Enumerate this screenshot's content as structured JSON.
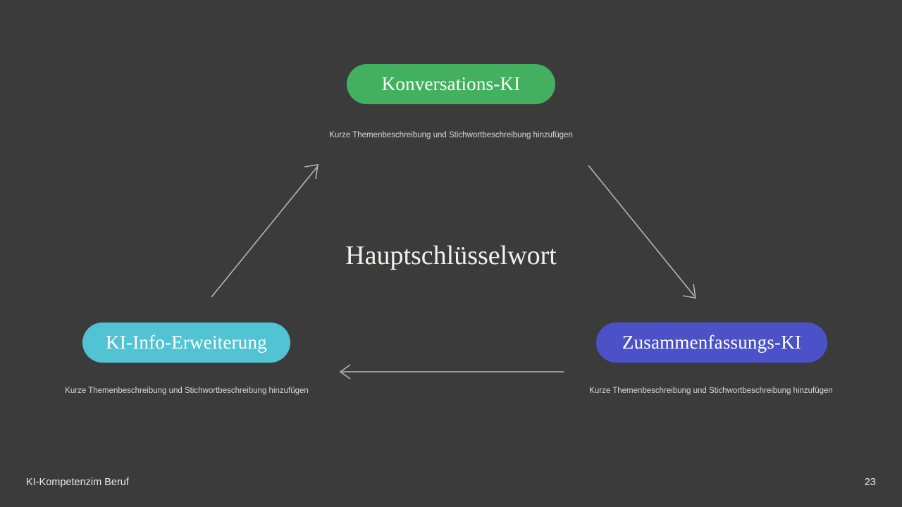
{
  "slide": {
    "background_color": "#3b3b3b",
    "center_keyword": "Hauptschlüsselwort"
  },
  "nodes": [
    {
      "id": "conversational-ai",
      "label": "Konversations-KI",
      "color": "#42b05e",
      "caption": "Kurze Themenbeschreibung und Stichwortbeschreibung hinzufügen"
    },
    {
      "id": "ai-info-expansion",
      "label": "KI-Info-Erweiterung",
      "color": "#51c3d2",
      "caption": "Kurze Themenbeschreibung und Stichwortbeschreibung hinzufügen"
    },
    {
      "id": "summarization-ai",
      "label": "Zusammenfassungs-KI",
      "color": "#4b52c8",
      "caption": "Kurze Themenbeschreibung und Stichwortbeschreibung hinzufügen"
    }
  ],
  "arrows": [
    {
      "id": "arrow-left-to-top",
      "direction": "up-right",
      "color": "#b5b5b5"
    },
    {
      "id": "arrow-top-to-right",
      "direction": "down-right",
      "color": "#b5b5b5"
    },
    {
      "id": "arrow-right-to-left",
      "direction": "left",
      "color": "#b5b5b5"
    }
  ],
  "footer": {
    "title": "KI-Kompetenzim Beruf",
    "page_number": "23"
  }
}
